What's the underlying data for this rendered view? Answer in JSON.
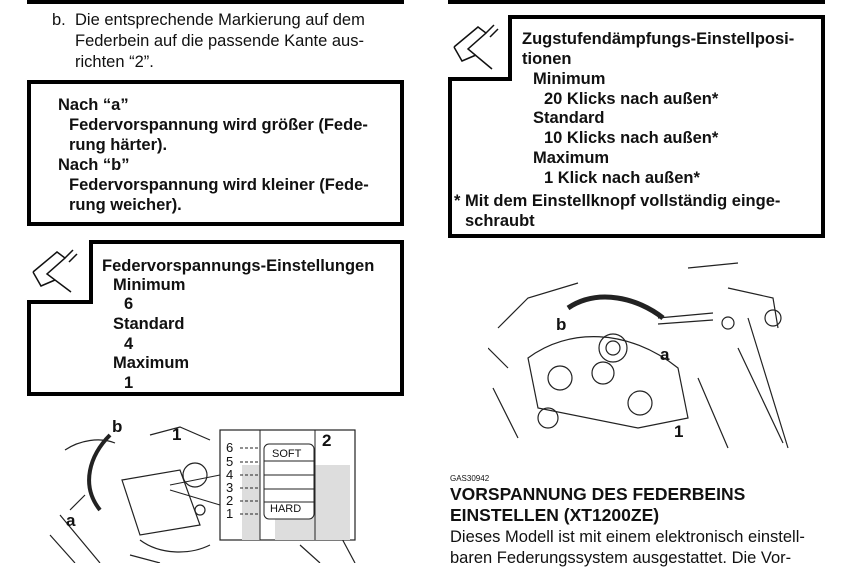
{
  "left": {
    "step_b": {
      "marker": "b.",
      "lines": [
        "Die entsprechende Markierung auf dem",
        "Federbein auf die passende Kante aus-",
        "richten “2”."
      ]
    },
    "note_box": {
      "lines": [
        "Nach “a”",
        "Federvorspannung wird größer (Fede-",
        "rung härter).",
        "Nach “b”",
        "Federvorspannung wird kleiner (Fede-",
        "rung weicher)."
      ]
    },
    "spec_box": {
      "icon": "caliper-icon",
      "title": "Federvorspannungs-Einstellungen",
      "min_label": "Minimum",
      "min_value": "6",
      "std_label": "Standard",
      "std_value": "4",
      "max_label": "Maximum",
      "max_value": "1"
    },
    "figure": {
      "labels": {
        "a": "a",
        "b": "b",
        "one": "1",
        "two": "2"
      },
      "scale": [
        "6",
        "5",
        "4",
        "3",
        "2",
        "1"
      ],
      "soft": "SOFT",
      "hard": "HARD"
    }
  },
  "right": {
    "spec_box": {
      "icon": "caliper-icon",
      "title_lines": [
        "Zugstufendämpfungs-Einstellposi-",
        "tionen"
      ],
      "min_label": "Minimum",
      "min_value": "20 Klicks nach außen*",
      "std_label": "Standard",
      "std_value": "10 Klicks nach außen*",
      "max_label": "Maximum",
      "max_value": "1 Klick nach außen*",
      "footnote_lines": [
        "* Mit dem Einstellknopf vollständig einge-",
        "schraubt"
      ]
    },
    "figure": {
      "labels": {
        "a": "a",
        "b": "b",
        "one": "1"
      }
    },
    "section": {
      "code": "GAS30942",
      "heading_lines": [
        "VORSPANNUNG DES FEDERBEINS",
        "EINSTELLEN (XT1200ZE)"
      ],
      "body_lines": [
        "Dieses Modell ist mit einem elektronisch einstell-",
        "baren Federungssystem ausgestattet. Die Vor-"
      ]
    }
  }
}
